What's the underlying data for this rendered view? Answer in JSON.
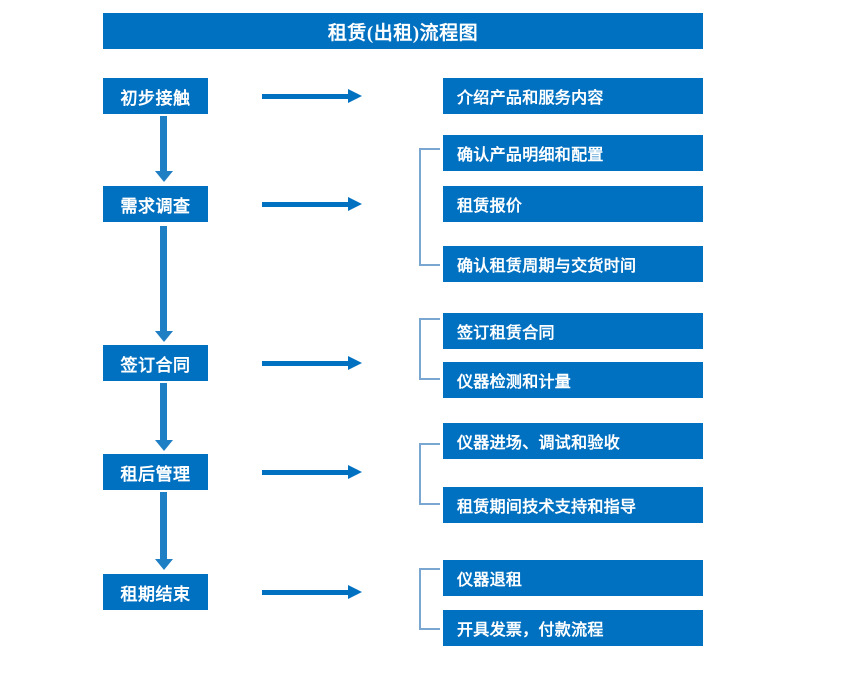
{
  "diagram": {
    "title": "租赁(出租)流程图",
    "accent_color": "#0070c0",
    "bracket_color": "#7aa6d2",
    "text_color": "#ffffff",
    "background_color": "#ffffff"
  },
  "process_steps": [
    {
      "label": "初步接触"
    },
    {
      "label": "需求调查"
    },
    {
      "label": "签订合同"
    },
    {
      "label": "租后管理"
    },
    {
      "label": "租期结束"
    }
  ],
  "detail_items": [
    {
      "label": "介绍产品和服务内容"
    },
    {
      "label": "确认产品明细和配置"
    },
    {
      "label": "租赁报价"
    },
    {
      "label": "确认租赁周期与交货时间"
    },
    {
      "label": "签订租赁合同"
    },
    {
      "label": "仪器检测和计量"
    },
    {
      "label": "仪器进场、调试和验收"
    },
    {
      "label": "租赁期间技术支持和指导"
    },
    {
      "label": "仪器退租"
    },
    {
      "label": "开具发票，付款流程"
    }
  ],
  "connectors": {
    "horizontal_arrow_count": 5,
    "vertical_arrow_count": 4,
    "bracket_count": 4
  }
}
